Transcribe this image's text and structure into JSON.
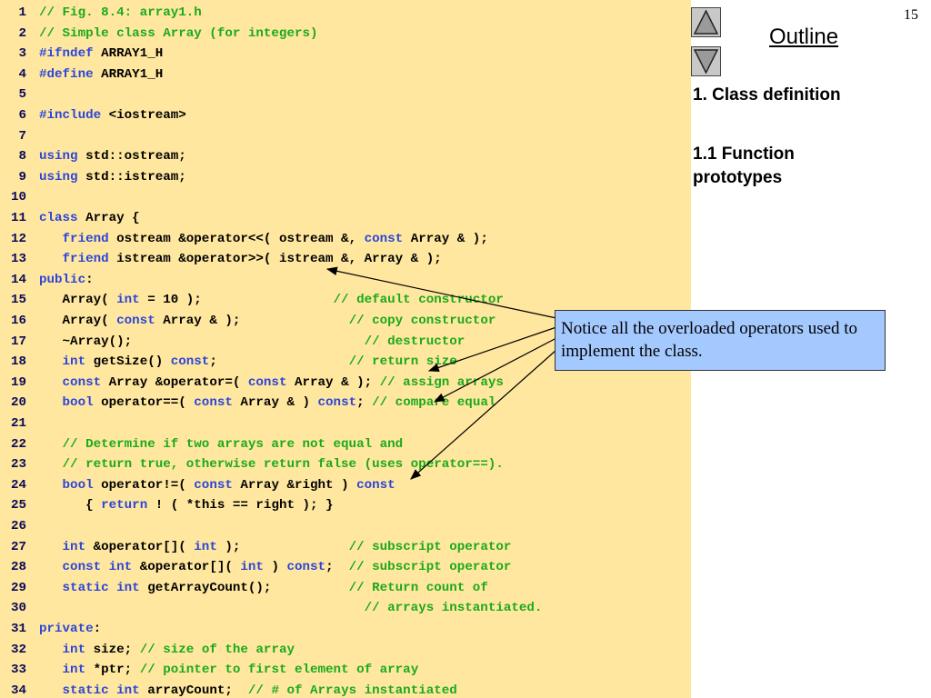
{
  "slide": {
    "page_number": "15",
    "outline_label": "Outline",
    "sections": [
      "1. Class definition",
      "1.1 Function prototypes"
    ],
    "callout": "Notice all the overloaded operators used to implement the class."
  },
  "code": {
    "lines": [
      {
        "n": "1",
        "tokens": [
          [
            "c",
            "// Fig. 8.4: array1.h"
          ]
        ]
      },
      {
        "n": "2",
        "tokens": [
          [
            "c",
            "// Simple class Array (for integers)"
          ]
        ]
      },
      {
        "n": "3",
        "tokens": [
          [
            "k",
            "#ifndef"
          ],
          [
            "t",
            " ARRAY1_H"
          ]
        ]
      },
      {
        "n": "4",
        "tokens": [
          [
            "k",
            "#define"
          ],
          [
            "t",
            " ARRAY1_H"
          ]
        ]
      },
      {
        "n": "5",
        "tokens": []
      },
      {
        "n": "6",
        "tokens": [
          [
            "k",
            "#include"
          ],
          [
            "t",
            " <iostream>"
          ]
        ]
      },
      {
        "n": "7",
        "tokens": []
      },
      {
        "n": "8",
        "tokens": [
          [
            "k",
            "using"
          ],
          [
            "t",
            " std::ostream;"
          ]
        ]
      },
      {
        "n": "9",
        "tokens": [
          [
            "k",
            "using"
          ],
          [
            "t",
            " std::istream;"
          ]
        ]
      },
      {
        "n": "10",
        "tokens": []
      },
      {
        "n": "11",
        "tokens": [
          [
            "k",
            "class"
          ],
          [
            "t",
            " Array {"
          ]
        ]
      },
      {
        "n": "12",
        "tokens": [
          [
            "t",
            "   "
          ],
          [
            "k",
            "friend"
          ],
          [
            "t",
            " ostream &operator<<( ostream &, "
          ],
          [
            "k",
            "const"
          ],
          [
            "t",
            " Array & );"
          ]
        ]
      },
      {
        "n": "13",
        "tokens": [
          [
            "t",
            "   "
          ],
          [
            "k",
            "friend"
          ],
          [
            "t",
            " istream &operator>>( istream &, Array & );"
          ]
        ]
      },
      {
        "n": "14",
        "tokens": [
          [
            "k",
            "public"
          ],
          [
            "t",
            ":"
          ]
        ]
      },
      {
        "n": "15",
        "tokens": [
          [
            "t",
            "   Array( "
          ],
          [
            "k",
            "int"
          ],
          [
            "t",
            " = 10 );                 "
          ],
          [
            "c",
            "// default constructor"
          ]
        ]
      },
      {
        "n": "16",
        "tokens": [
          [
            "t",
            "   Array( "
          ],
          [
            "k",
            "const"
          ],
          [
            "t",
            " Array & );              "
          ],
          [
            "c",
            "// copy constructor"
          ]
        ]
      },
      {
        "n": "17",
        "tokens": [
          [
            "t",
            "   ~Array();                              "
          ],
          [
            "c",
            "// destructor"
          ]
        ]
      },
      {
        "n": "18",
        "tokens": [
          [
            "t",
            "   "
          ],
          [
            "k",
            "int"
          ],
          [
            "t",
            " getSize() "
          ],
          [
            "k",
            "const"
          ],
          [
            "t",
            ";                 "
          ],
          [
            "c",
            "// return size"
          ]
        ]
      },
      {
        "n": "19",
        "tokens": [
          [
            "t",
            "   "
          ],
          [
            "k",
            "const"
          ],
          [
            "t",
            " Array &operator=( "
          ],
          [
            "k",
            "const"
          ],
          [
            "t",
            " Array & ); "
          ],
          [
            "c",
            "// assign arrays"
          ]
        ]
      },
      {
        "n": "20",
        "tokens": [
          [
            "t",
            "   "
          ],
          [
            "k",
            "bool"
          ],
          [
            "t",
            " operator==( "
          ],
          [
            "k",
            "const"
          ],
          [
            "t",
            " Array & ) "
          ],
          [
            "k",
            "const"
          ],
          [
            "t",
            "; "
          ],
          [
            "c",
            "// compare equal"
          ]
        ]
      },
      {
        "n": "21",
        "tokens": []
      },
      {
        "n": "22",
        "tokens": [
          [
            "t",
            "   "
          ],
          [
            "c",
            "// Determine if two arrays are not equal and"
          ]
        ]
      },
      {
        "n": "23",
        "tokens": [
          [
            "t",
            "   "
          ],
          [
            "c",
            "// return true, otherwise return false (uses operator==)."
          ]
        ]
      },
      {
        "n": "24",
        "tokens": [
          [
            "t",
            "   "
          ],
          [
            "k",
            "bool"
          ],
          [
            "t",
            " operator!=( "
          ],
          [
            "k",
            "const"
          ],
          [
            "t",
            " Array &right ) "
          ],
          [
            "k",
            "const"
          ]
        ]
      },
      {
        "n": "25",
        "tokens": [
          [
            "t",
            "      { "
          ],
          [
            "k",
            "return"
          ],
          [
            "t",
            " ! ( *this == right ); }"
          ]
        ]
      },
      {
        "n": "26",
        "tokens": []
      },
      {
        "n": "27",
        "tokens": [
          [
            "t",
            "   "
          ],
          [
            "k",
            "int"
          ],
          [
            "t",
            " &operator[]( "
          ],
          [
            "k",
            "int"
          ],
          [
            "t",
            " );              "
          ],
          [
            "c",
            "// subscript operator"
          ]
        ]
      },
      {
        "n": "28",
        "tokens": [
          [
            "t",
            "   "
          ],
          [
            "k",
            "const"
          ],
          [
            "t",
            " "
          ],
          [
            "k",
            "int"
          ],
          [
            "t",
            " &operator[]( "
          ],
          [
            "k",
            "int"
          ],
          [
            "t",
            " ) "
          ],
          [
            "k",
            "const"
          ],
          [
            "t",
            ";  "
          ],
          [
            "c",
            "// subscript operator"
          ]
        ]
      },
      {
        "n": "29",
        "tokens": [
          [
            "t",
            "   "
          ],
          [
            "k",
            "static"
          ],
          [
            "t",
            " "
          ],
          [
            "k",
            "int"
          ],
          [
            "t",
            " getArrayCount();          "
          ],
          [
            "c",
            "// Return count of"
          ]
        ]
      },
      {
        "n": "30",
        "tokens": [
          [
            "t",
            "                                          "
          ],
          [
            "c",
            "// arrays instantiated."
          ]
        ]
      },
      {
        "n": "31",
        "tokens": [
          [
            "k",
            "private"
          ],
          [
            "t",
            ":"
          ]
        ]
      },
      {
        "n": "32",
        "tokens": [
          [
            "t",
            "   "
          ],
          [
            "k",
            "int"
          ],
          [
            "t",
            " size; "
          ],
          [
            "c",
            "// size of the array"
          ]
        ]
      },
      {
        "n": "33",
        "tokens": [
          [
            "t",
            "   "
          ],
          [
            "k",
            "int"
          ],
          [
            "t",
            " *ptr; "
          ],
          [
            "c",
            "// pointer to first element of array"
          ]
        ]
      },
      {
        "n": "34",
        "tokens": [
          [
            "t",
            "   "
          ],
          [
            "k",
            "static"
          ],
          [
            "t",
            " "
          ],
          [
            "k",
            "int"
          ],
          [
            "t",
            " arrayCount;  "
          ],
          [
            "c",
            "// # of Arrays instantiated"
          ]
        ]
      }
    ]
  },
  "nav": {
    "up_icon": "triangle-up-icon",
    "down_icon": "triangle-down-icon"
  },
  "colors": {
    "code_bg": "#ffe79f",
    "comment": "#1aaa1a",
    "keyword": "#2b45d8",
    "callout_bg": "#a4c9ff"
  }
}
